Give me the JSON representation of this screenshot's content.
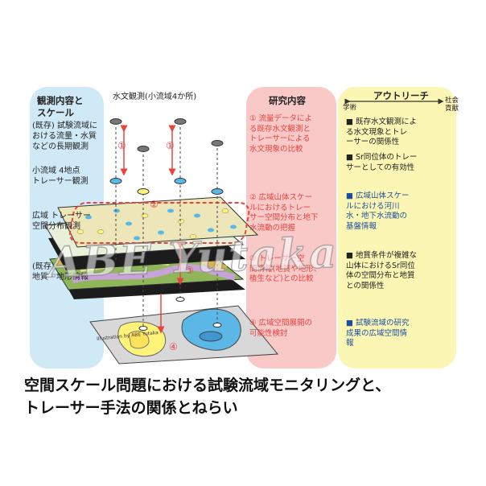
{
  "left_panel": {
    "title_line1": "観測内容と",
    "title_line2": "スケール",
    "item1": [
      "(既存) 試験流域に",
      "おける流量・水質",
      "などの長期観測"
    ],
    "item2": [
      "小流域 4地点",
      "トレーサー観測"
    ],
    "item3": [
      "広域 トレーサー",
      "空間分布観測"
    ],
    "item4": [
      "(既存)",
      "地質・地形情報"
    ]
  },
  "center": {
    "top_label": "水文観測(小流域4か所)",
    "num1a": "①",
    "num1b": "①",
    "num2": "②",
    "num3": "③",
    "num4": "④"
  },
  "mid_panel": {
    "title": "研究内容",
    "item1": [
      "① 流量データによ",
      "る既存水文観測と",
      "トレーサーによる",
      "水文現象の比較"
    ],
    "item2": [
      "② 広域山体スケー",
      "ルにおけるトレー",
      "サー空間分布と地下",
      "水流動の把握"
    ],
    "item3": [
      "③ トレーサー空",
      "間情報(地質や地形、",
      "植生など)との比較"
    ],
    "item4": [
      "④ 広域空間展開の",
      "可能性検討"
    ]
  },
  "right_panel": {
    "title": "アウトリーチ",
    "axis_left": "学術",
    "axis_right_1": "社会",
    "axis_right_2": "貢献",
    "item1": [
      "■ 既存水文観測によ",
      "る水文現象とトレ",
      "ーサーの関係性"
    ],
    "item2": [
      "■ Sr同位体のトレー",
      "サーとしての有効性"
    ],
    "item3": [
      "■ 広域山体スケー",
      "ルにおける河川",
      "水・地下水流動の",
      "基盤情報"
    ],
    "item4": [
      "■ 地質条件が複雑な",
      "山体におけるSr同位",
      "体の空間分布と地質",
      "との関係性"
    ],
    "item5": [
      "■ 試験流域の研究",
      "成果の広域空間情",
      "報"
    ]
  },
  "caption": {
    "line1": "空間スケール問題における試験流域モニタリングと、",
    "line2": "トレーサー手法の関係とねらい"
  },
  "watermark": "ABE Yutaka",
  "credit": "Illustration by ABE Yutaka",
  "colors": {
    "left_bg": "#cfe9f7",
    "mid_bg": "#f9c9c8",
    "right_bg": "#fbf6b4",
    "accent_red": "#e8433d",
    "accent_blue": "#1d4fa0"
  }
}
